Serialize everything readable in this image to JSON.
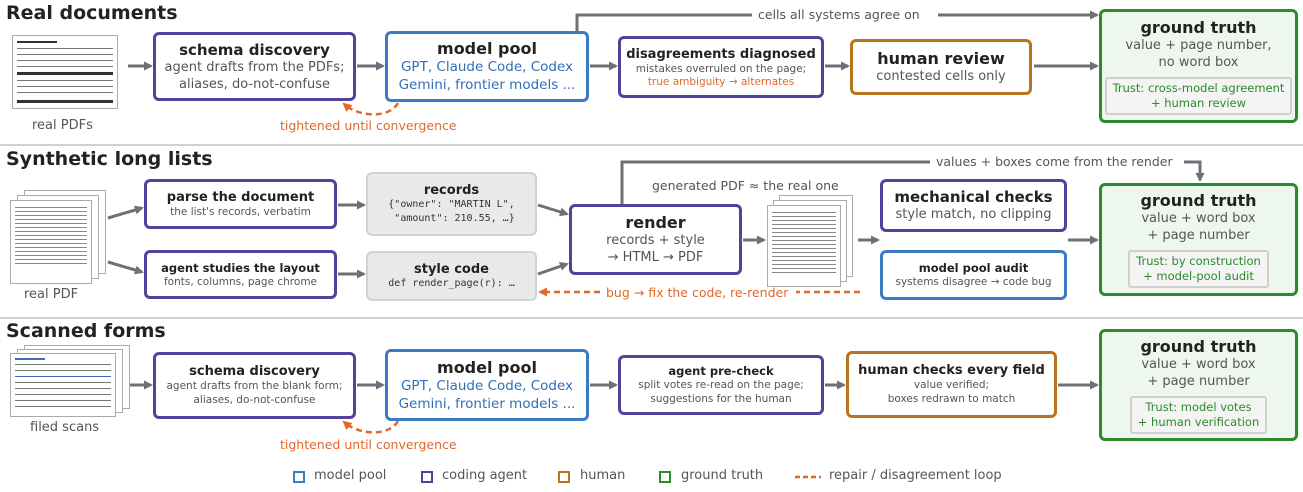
{
  "sections": {
    "real": {
      "title": "Real documents",
      "source_label": "real PDFs",
      "schema_title": "schema discovery",
      "schema_sub1": "agent drafts from the PDFs;",
      "schema_sub2": "aliases, do-not-confuse",
      "pool_title": "model pool",
      "pool_sub1": "GPT, Claude Code, Codex",
      "pool_sub2": "Gemini, frontier models ...",
      "diag_title": "disagreements diagnosed",
      "diag_sub1": "mistakes overruled on the page;",
      "diag_sub2": "true ambiguity → alternates",
      "human_title": "human review",
      "human_sub": "contested cells only",
      "truth_title": "ground truth",
      "truth_sub1": "value + page number,",
      "truth_sub2": "no word box",
      "trust1": "Trust: cross-model agreement",
      "trust2": "+ human review",
      "top_arrow_label": "cells all systems agree on",
      "loop_label": "tightened until convergence"
    },
    "synthetic": {
      "title": "Synthetic long lists",
      "source_label": "real PDF",
      "parse_title": "parse the document",
      "parse_sub": "the list's records, verbatim",
      "layout_title": "agent studies the layout",
      "layout_sub": "fonts, columns, page chrome",
      "records_title": "records",
      "records_code1": "{\"owner\": \"MARTIN L\",",
      "records_code2": " \"amount\": 210.55, …}",
      "style_title": "style code",
      "style_code": "def render_page(r): …",
      "render_title": "render",
      "render_sub1": "records + style",
      "render_sub2": "→ HTML → PDF",
      "generated_label": "generated PDF ≈ the real one",
      "mech_title": "mechanical checks",
      "mech_sub": "style match, no clipping",
      "audit_title": "model pool audit",
      "audit_sub": "systems disagree → code bug",
      "truth_title": "ground truth",
      "truth_sub1": "value + word box",
      "truth_sub2": "+ page number",
      "trust1": "Trust: by construction",
      "trust2": "+ model-pool audit",
      "top_arrow_label": "values + boxes come from the render",
      "bug_label": "bug → fix the code, re-render"
    },
    "scanned": {
      "title": "Scanned forms",
      "source_label": "filed scans",
      "schema_title": "schema discovery",
      "schema_sub1": "agent drafts from the blank form;",
      "schema_sub2": "aliases, do-not-confuse",
      "pool_title": "model pool",
      "pool_sub1": "GPT, Claude Code, Codex",
      "pool_sub2": "Gemini, frontier models ...",
      "pre_title": "agent pre-check",
      "pre_sub1": "split votes re-read on the page;",
      "pre_sub2": "suggestions for the human",
      "human_title": "human checks every field",
      "human_sub1": "value verified;",
      "human_sub2": "boxes redrawn to match",
      "truth_title": "ground truth",
      "truth_sub1": "value + word box",
      "truth_sub2": "+ page number",
      "trust1": "Trust: model votes",
      "trust2": "+ human verification",
      "loop_label": "tightened until convergence"
    }
  },
  "legend": {
    "pool": "model pool",
    "agent": "coding agent",
    "human": "human",
    "truth": "ground truth",
    "loop": "repair / disagreement loop"
  },
  "colors": {
    "model_pool": "#3a7cc4",
    "coding_agent": "#55419a",
    "human": "#b5761d",
    "ground_truth": "#2c8c2c",
    "loop": "#e0692a",
    "arrow": "#6b7178"
  }
}
